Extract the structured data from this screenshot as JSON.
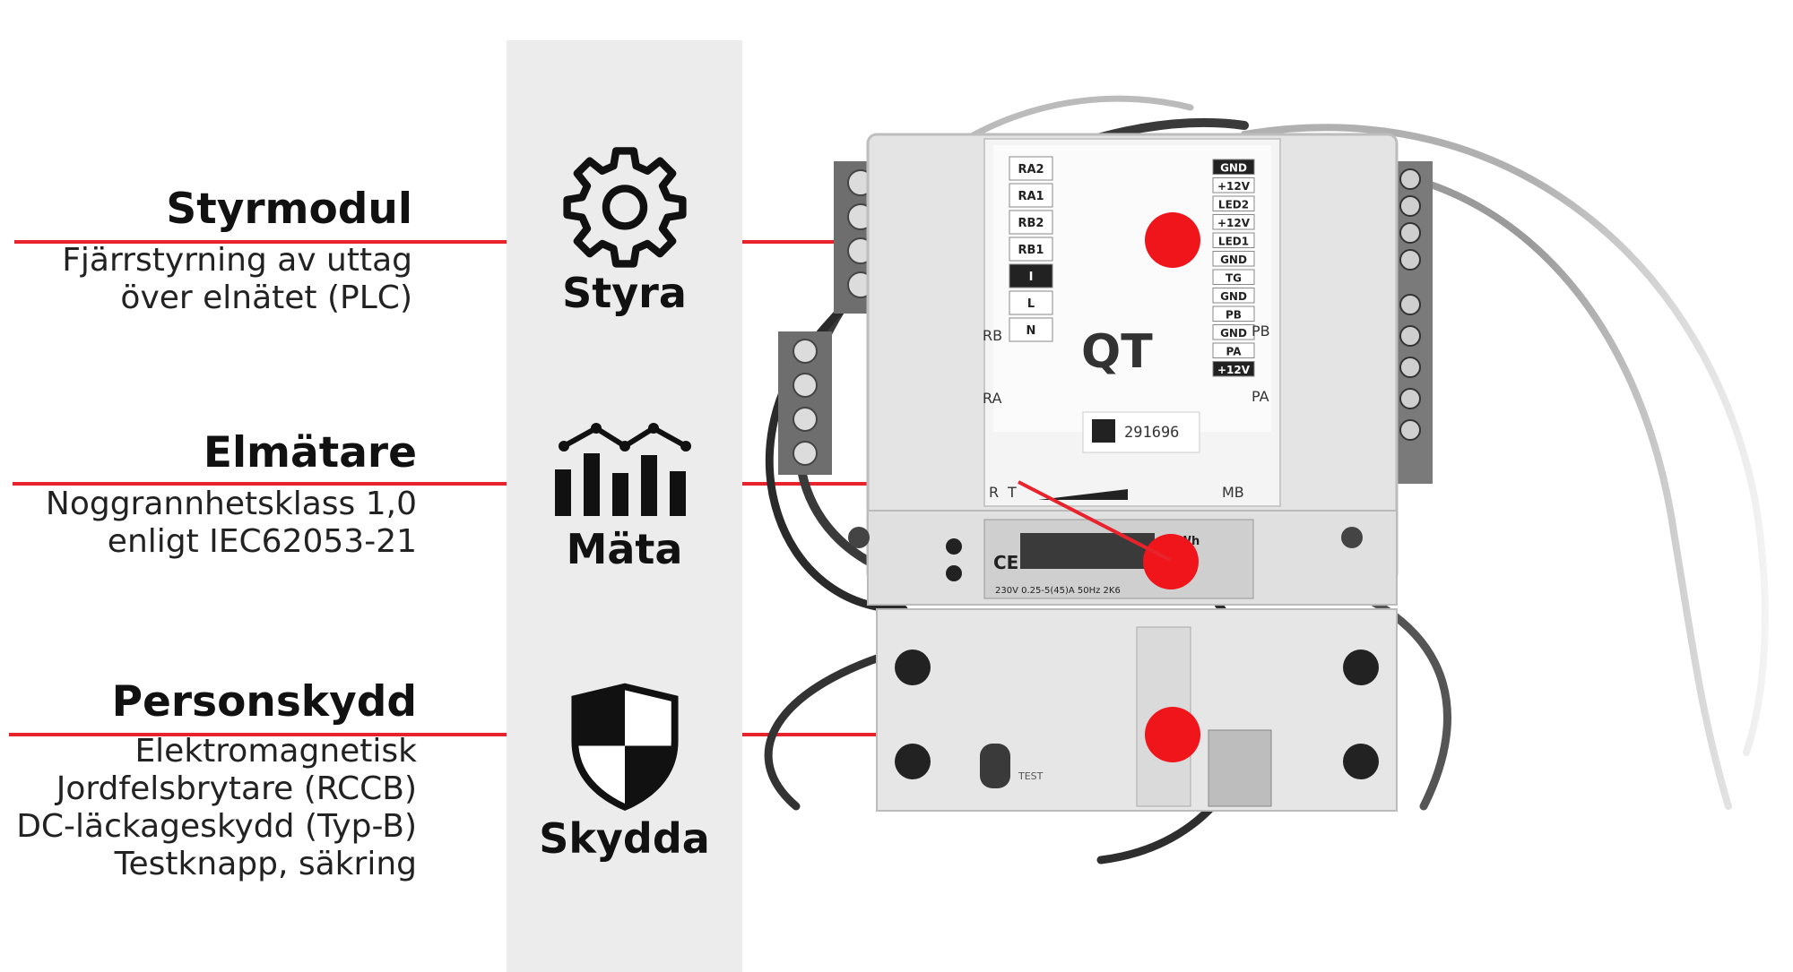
{
  "features": [
    {
      "title": "Styrmodul",
      "lines": [
        "Fjärrstyrning av uttag",
        "över elnätet (PLC)"
      ],
      "icon": "gear-icon",
      "action": "Styra"
    },
    {
      "title": "Elmätare",
      "lines": [
        "Noggrannhetsklass 1,0",
        "enligt IEC62053-21"
      ],
      "icon": "bar-chart-icon",
      "action": "Mäta"
    },
    {
      "title": "Personskydd",
      "lines": [
        "Elektromagnetisk",
        "Jordfelsbrytare (RCCB)",
        "DC-läckageskydd (Typ-B)",
        "Testknapp, säkring"
      ],
      "icon": "shield-icon",
      "action": "Skydda"
    }
  ],
  "device": {
    "terminals_left": [
      "RA2",
      "RA1",
      "RB2",
      "RB1",
      "I",
      "L",
      "N"
    ],
    "terminals_right": [
      "GND",
      "+12V",
      "LED2",
      "+12V",
      "LED1",
      "GND",
      "TG",
      "GND",
      "PB",
      "GND",
      "PA",
      "+12V"
    ],
    "labels": {
      "rb": "RB",
      "ra": "RA",
      "pb": "PB",
      "pa": "PA",
      "r": "R",
      "t": "T",
      "mb": "MB",
      "serial": "291696",
      "model": "QT",
      "meter_unit": "kWh",
      "meter_spec": "230V 0.25-5(45)A 50Hz 2K6",
      "ce": "CE",
      "test": "TEST"
    }
  },
  "colors": {
    "accent": "#e8232b",
    "column": "#ececec"
  }
}
